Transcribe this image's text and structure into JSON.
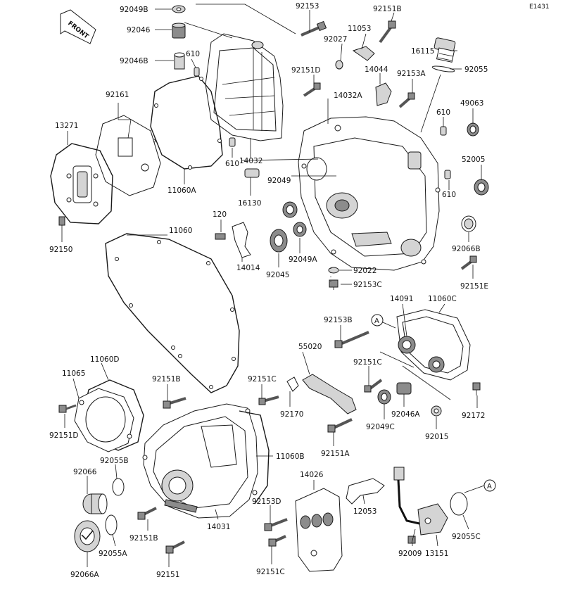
{
  "diagram_code": "E1431",
  "front_label": "FRONT",
  "ref_marker": "A",
  "parts": [
    {
      "id": "p92049B",
      "num": "92049B"
    },
    {
      "id": "p92046",
      "num": "92046"
    },
    {
      "id": "p92046B",
      "num": "92046B"
    },
    {
      "id": "p610a",
      "num": "610"
    },
    {
      "id": "p92153",
      "num": "92153"
    },
    {
      "id": "p92151B_top",
      "num": "92151B"
    },
    {
      "id": "p11053",
      "num": "11053"
    },
    {
      "id": "p92027",
      "num": "92027"
    },
    {
      "id": "p16115",
      "num": "16115"
    },
    {
      "id": "p92055",
      "num": "92055"
    },
    {
      "id": "p92151D_top",
      "num": "92151D"
    },
    {
      "id": "p14044",
      "num": "14044"
    },
    {
      "id": "p92153A",
      "num": "92153A"
    },
    {
      "id": "p14032A",
      "num": "14032A"
    },
    {
      "id": "p92161",
      "num": "92161"
    },
    {
      "id": "p610b",
      "num": "610"
    },
    {
      "id": "p49063",
      "num": "49063"
    },
    {
      "id": "p13271",
      "num": "13271"
    },
    {
      "id": "p610c",
      "num": "610"
    },
    {
      "id": "p14032",
      "num": "14032"
    },
    {
      "id": "p11060A",
      "num": "11060A"
    },
    {
      "id": "p52005",
      "num": "52005"
    },
    {
      "id": "p92049",
      "num": "92049"
    },
    {
      "id": "p610d",
      "num": "610"
    },
    {
      "id": "p16130",
      "num": "16130"
    },
    {
      "id": "p120",
      "num": "120"
    },
    {
      "id": "p92150",
      "num": "92150"
    },
    {
      "id": "p11060",
      "num": "11060"
    },
    {
      "id": "p92066B",
      "num": "92066B"
    },
    {
      "id": "p14014",
      "num": "14014"
    },
    {
      "id": "p92049A",
      "num": "92049A"
    },
    {
      "id": "p92045",
      "num": "92045"
    },
    {
      "id": "p92022",
      "num": "92022"
    },
    {
      "id": "p92153C",
      "num": "92153C"
    },
    {
      "id": "p92151E",
      "num": "92151E"
    },
    {
      "id": "p14091",
      "num": "14091"
    },
    {
      "id": "p11060C",
      "num": "11060C"
    },
    {
      "id": "p92153B",
      "num": "92153B"
    },
    {
      "id": "p55020",
      "num": "55020"
    },
    {
      "id": "p11060D",
      "num": "11060D"
    },
    {
      "id": "p11065",
      "num": "11065"
    },
    {
      "id": "p92151B_mid",
      "num": "92151B"
    },
    {
      "id": "p92151C_left",
      "num": "92151C"
    },
    {
      "id": "p92151C_right",
      "num": "92151C"
    },
    {
      "id": "p92170",
      "num": "92170"
    },
    {
      "id": "p92049C",
      "num": "92049C"
    },
    {
      "id": "p92046A",
      "num": "92046A"
    },
    {
      "id": "p92172",
      "num": "92172"
    },
    {
      "id": "p92151D_bot",
      "num": "92151D"
    },
    {
      "id": "p92015",
      "num": "92015"
    },
    {
      "id": "p92151A",
      "num": "92151A"
    },
    {
      "id": "p11060B",
      "num": "11060B"
    },
    {
      "id": "p92055B",
      "num": "92055B"
    },
    {
      "id": "p92066",
      "num": "92066"
    },
    {
      "id": "p14026",
      "num": "14026"
    },
    {
      "id": "p92153D",
      "num": "92153D"
    },
    {
      "id": "p12053",
      "num": "12053"
    },
    {
      "id": "p92151B_bot",
      "num": "92151B"
    },
    {
      "id": "p14031",
      "num": "14031"
    },
    {
      "id": "p92055A",
      "num": "92055A"
    },
    {
      "id": "p92055C",
      "num": "92055C"
    },
    {
      "id": "p13151",
      "num": "13151"
    },
    {
      "id": "p92066A",
      "num": "92066A"
    },
    {
      "id": "p92151",
      "num": "92151"
    },
    {
      "id": "p92151C_bot",
      "num": "92151C"
    },
    {
      "id": "p92009",
      "num": "92009"
    }
  ]
}
